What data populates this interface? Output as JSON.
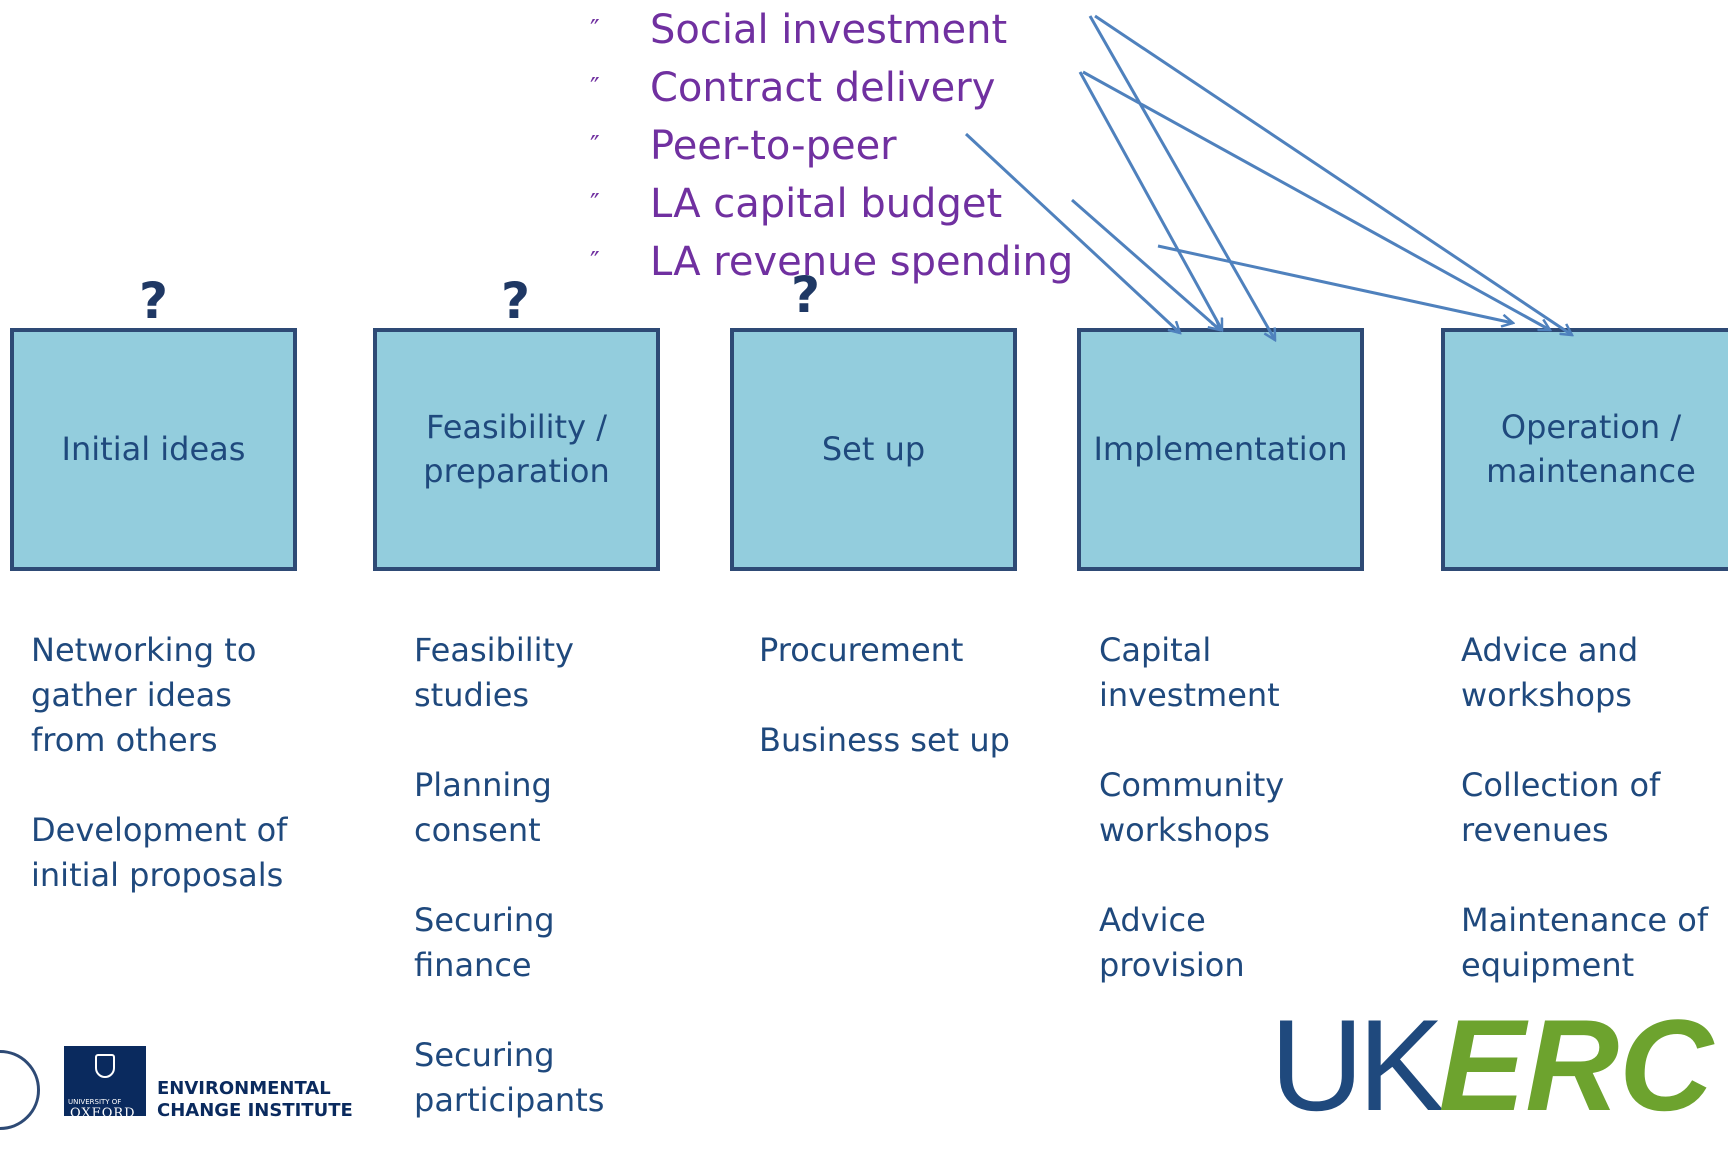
{
  "funding_sources": {
    "bullet": "″",
    "items": [
      "Social investment",
      "Contract delivery",
      "Peer-to-peer",
      "LA capital budget",
      "LA revenue spending"
    ]
  },
  "stages": [
    {
      "label": "Initial ideas",
      "has_question": true
    },
    {
      "label": "Feasibility /\npreparation",
      "has_question": true
    },
    {
      "label": "Set up",
      "has_question": true
    },
    {
      "label": "Implementation",
      "has_question": false
    },
    {
      "label": "Operation /\nmaintenance",
      "has_question": false
    }
  ],
  "question_mark": "?",
  "activities": [
    [
      "Networking to\ngather ideas\nfrom others",
      "Development of\ninitial proposals"
    ],
    [
      "Feasibility\nstudies",
      "Planning\nconsent",
      "Securing\nfinance",
      "Securing\nparticipants"
    ],
    [
      "Procurement",
      "Business set up"
    ],
    [
      "Capital\ninvestment",
      "Community\nworkshops",
      "Advice\nprovision"
    ],
    [
      "Advice and\nworkshops",
      "Collection of\nrevenues",
      "Maintenance of\nequipment"
    ]
  ],
  "logos": {
    "oxford_university": "UNIVERSITY OF",
    "oxford_name": "OXFORD",
    "eci_line1": "ENVIRONMENTAL",
    "eci_line2": "CHANGE INSTITUTE",
    "ukerc_uk": "UK",
    "ukerc_erc": "ERC"
  },
  "colors": {
    "funding_text": "#7030A0",
    "box_fill": "#93CDDD",
    "box_border": "#2E4A75",
    "body_text": "#1F497D",
    "arrow": "#4F81BD",
    "ukerc_green": "#6DA32E"
  }
}
